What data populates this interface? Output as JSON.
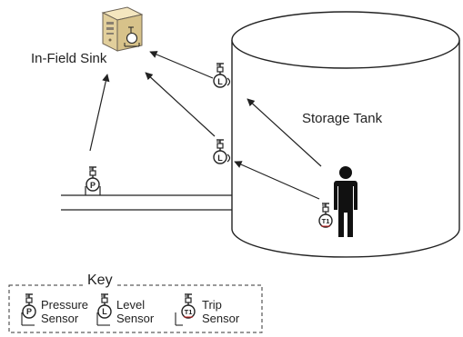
{
  "labels": {
    "sink": "In-Field Sink",
    "tank": "Storage Tank"
  },
  "sensors": {
    "pressure_letter": "P",
    "level_letter": "L",
    "trip_letter": "T1"
  },
  "key": {
    "title": "Key",
    "pressure_line1": "Pressure",
    "pressure_line2": "Sensor",
    "level_line1": "Level",
    "level_line2": "Sensor",
    "trip_line1": "Trip",
    "trip_line2": "Sensor"
  },
  "colors": {
    "stroke": "#222222",
    "tank_fill": "#ffffff",
    "sink_body": "#e9d7a8",
    "sink_panel": "#8a8070",
    "person": "#111111",
    "trip_accent": "#cc2222"
  },
  "icons": {
    "sink": "server-sink-icon",
    "person": "person-icon",
    "sensor": "sensor-gauge-icon"
  }
}
